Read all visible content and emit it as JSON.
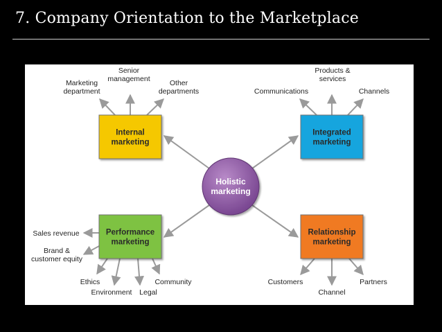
{
  "slide": {
    "title": "7. Company Orientation to the Marketplace"
  },
  "colors": {
    "background": "#000000",
    "panel": "#ffffff",
    "internal_box": "#f5c800",
    "integrated_box": "#19a5de",
    "performance_box": "#7ec242",
    "relationship_box": "#f07a22",
    "center_circle": "#8e57a4",
    "arrow": "#9a9a9a",
    "label_text": "#222222"
  },
  "diagram": {
    "center": [
      "Holistic",
      "marketing"
    ],
    "boxes": {
      "internal": [
        "Internal",
        "marketing"
      ],
      "integrated": [
        "Integrated",
        "marketing"
      ],
      "performance": [
        "Performance",
        "marketing"
      ],
      "relationship": [
        "Relationship",
        "marketing"
      ]
    },
    "labels": {
      "marketing_department": [
        "Marketing",
        "department"
      ],
      "senior_management": [
        "Senior",
        "management"
      ],
      "other_departments": [
        "Other",
        "departments"
      ],
      "products_services": [
        "Products &",
        "services"
      ],
      "communications": [
        "Communications"
      ],
      "channels": [
        "Channels"
      ],
      "sales_revenue": [
        "Sales revenue"
      ],
      "brand_customer_equity": [
        "Brand &",
        "customer equity"
      ],
      "ethics": [
        "Ethics"
      ],
      "environment": [
        "Environment"
      ],
      "legal": [
        "Legal"
      ],
      "community": [
        "Community"
      ],
      "customers": [
        "Customers"
      ],
      "channel": [
        "Channel"
      ],
      "partners": [
        "Partners"
      ]
    }
  }
}
